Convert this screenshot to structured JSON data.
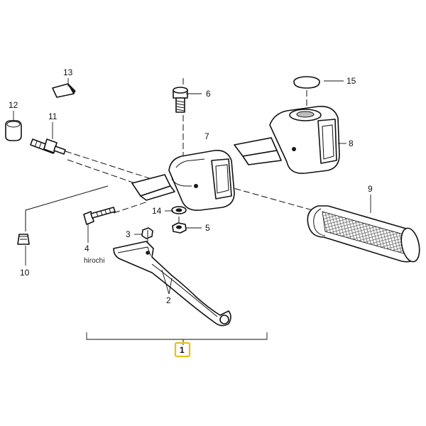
{
  "callouts": {
    "c1": "1",
    "c2": "2",
    "c3": "3",
    "c4": "4",
    "c5": "5",
    "c6": "6",
    "c7": "7",
    "c8": "8",
    "c9": "9",
    "c10": "10",
    "c11": "11",
    "c12": "12",
    "c13": "13",
    "c14": "14",
    "c15": "15"
  },
  "watermark": "hirochi",
  "highlight_color": "#e4c21a"
}
